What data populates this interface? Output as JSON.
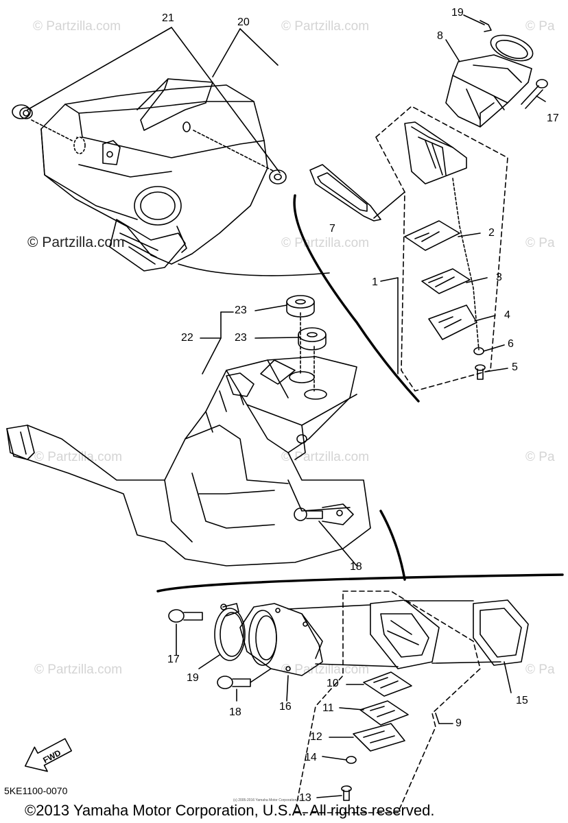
{
  "watermark": {
    "text": "© Partzilla.com",
    "short": "© Pa",
    "strong_text": "© Partzilla.com"
  },
  "callouts": {
    "c21": "21",
    "c20": "20",
    "c19_top": "19",
    "c8": "8",
    "c17_top": "17",
    "c7": "7",
    "c2": "2",
    "c1": "1",
    "c3": "3",
    "c4": "4",
    "c6": "6",
    "c5": "5",
    "c23_a": "23",
    "c22": "22",
    "c23_b": "23",
    "c18_mid": "18",
    "c17_bot": "17",
    "c19_bot": "19",
    "c18_bot": "18",
    "c16": "16",
    "c10": "10",
    "c11": "11",
    "c9": "9",
    "c12": "12",
    "c14": "14",
    "c13": "13",
    "c15": "15"
  },
  "fwd_label": "FWD",
  "diagram_code": "5KE1100-0070",
  "fine_print": "(c) 2005-2016 Yamaha Motor Corporation, U.S.A.",
  "copyright": "©2013 Yamaha Motor Corporation, U.S.A. All rights reserved."
}
